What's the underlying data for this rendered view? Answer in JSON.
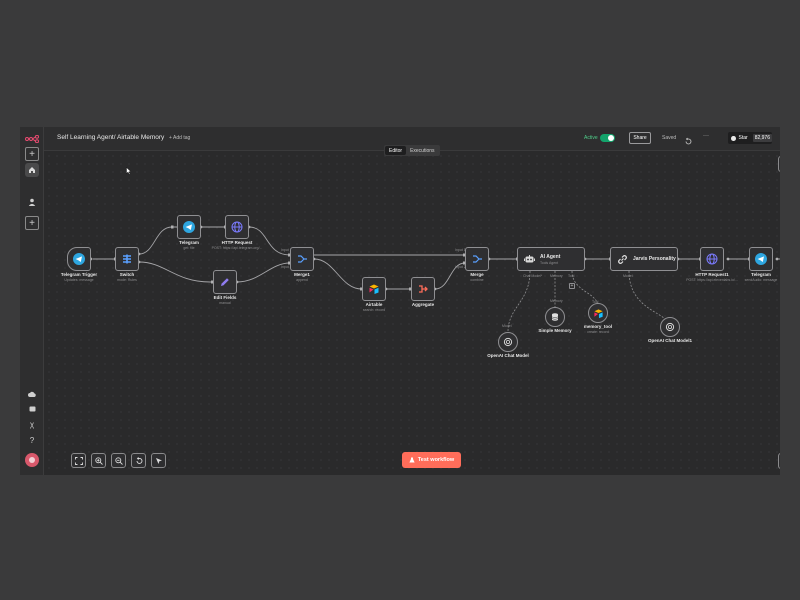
{
  "app": {
    "workflow_title": "Self Learning Agent/ Airtable Memory",
    "add_tag": "+ Add tag",
    "active_label": "Active",
    "share_label": "Share",
    "saved_label": "Saved",
    "more_label": "···",
    "star_label": "Star",
    "star_count": "82,976",
    "tab_editor": "Editor",
    "tab_executions": "Executions",
    "test_workflow_label": "Test workflow"
  },
  "colors": {
    "brand": "#ea4b71",
    "active_green": "#13a36b",
    "test_button": "#ff6d5a",
    "telegram": "#2ea6e0",
    "http_purple": "#7b7bff"
  },
  "nodes": {
    "telegram_trigger": {
      "title": "Telegram Trigger",
      "sub": "Updates: message"
    },
    "switch": {
      "title": "Switch",
      "sub": "mode: Rules"
    },
    "telegram_get": {
      "title": "Telegram",
      "sub": "get: file"
    },
    "http_request": {
      "title": "HTTP Request",
      "sub": "POST: https://api.telegram.org/..."
    },
    "edit_fields": {
      "title": "Edit Fields",
      "sub": "manual"
    },
    "merge_top": {
      "title": "Merge1",
      "sub": "append"
    },
    "airtable": {
      "title": "Airtable",
      "sub": "search: record"
    },
    "aggregate": {
      "title": "Aggregate",
      "sub": ""
    },
    "merge": {
      "title": "Merge",
      "sub": "combine"
    },
    "ai_agent": {
      "title": "AI Agent",
      "sub": "Tools Agent"
    },
    "jarvis": {
      "title": "Jarvis Personality",
      "sub": ""
    },
    "http_request1": {
      "title": "HTTP Request1",
      "sub": "POST: https://api.elevenlabs.io/..."
    },
    "telegram_send": {
      "title": "Telegram",
      "sub": "sendAudio: message"
    },
    "openai_model": {
      "title": "OpenAI Chat Model",
      "sub": ""
    },
    "simple_memory": {
      "title": "Simple Memory",
      "sub": ""
    },
    "memory_tool": {
      "title": "memory_tool",
      "sub": "create: record"
    },
    "openai_model1": {
      "title": "OpenAI Chat Model1",
      "sub": ""
    }
  },
  "port_labels": {
    "chat_model": "Chat Model*",
    "memory": "Memory",
    "tool": "Tool",
    "model": "Model",
    "in1": "Input 1",
    "in2": "Input 2"
  }
}
